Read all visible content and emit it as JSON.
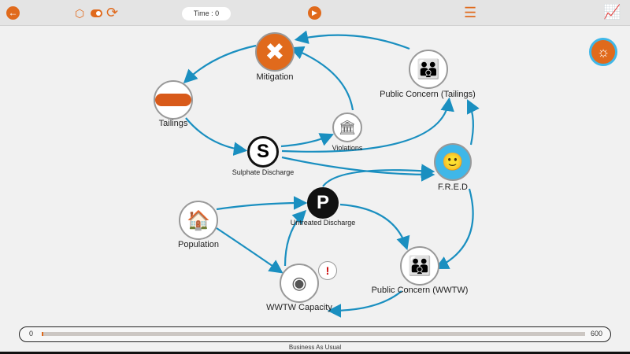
{
  "toolbar": {
    "back_icon": "arrow-left-circle",
    "view3d_icon": "cube",
    "toggle_icon": "toggle",
    "reset_icon": "refresh",
    "time_label": "Time : 0",
    "play_icon": "play-circle",
    "settings_icon": "sliders",
    "chart_icon": "line-chart"
  },
  "nodes": {
    "mitigation": "Mitigation",
    "tailings": "Tailings",
    "pc_tailings": "Public Concern (Tailings)",
    "sulphate": "Sulphate Discharge",
    "sulphate_symbol": "S",
    "violations": "Violations",
    "fred": "F.R.E.D",
    "untreated": "Untreated Discharge",
    "untreated_symbol": "P",
    "population": "Population",
    "wwtw": "WWTW Capacity",
    "pc_wwtw": "Public Concern (WWTW)"
  },
  "timeline": {
    "min": "0",
    "max": "600",
    "value": 0,
    "scenario": "Business As Usual"
  },
  "colors": {
    "accent": "#e06a1c",
    "link": "#1a8fc0"
  }
}
